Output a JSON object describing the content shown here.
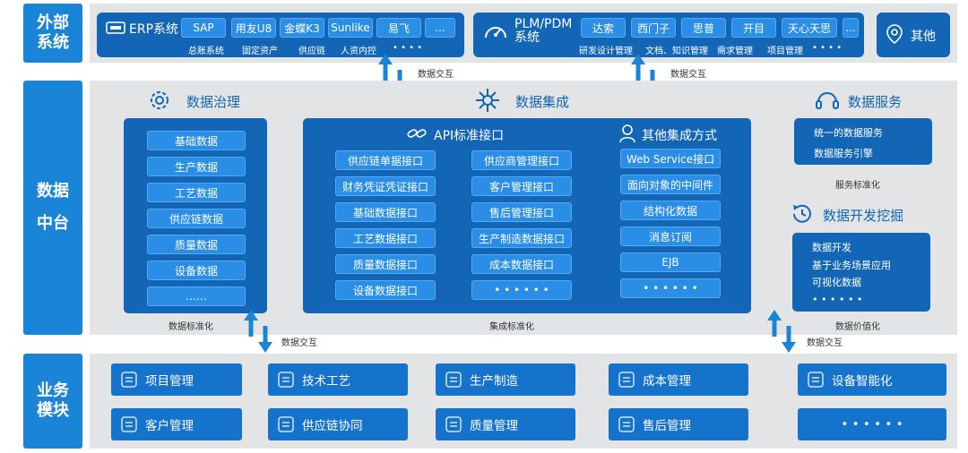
{
  "rows": {
    "external": "外部\n系统",
    "platform": "数据\n中台",
    "business": "业务\n模块"
  },
  "erp": {
    "title": "ERP系统",
    "chips": [
      "SAP",
      "用友U8",
      "金蝶K3",
      "Sunlike",
      "易飞",
      "..."
    ],
    "subs": [
      "总账系统",
      "固定资产",
      "供应链",
      "人资内控",
      "• • • •"
    ]
  },
  "plm": {
    "title": "PLM/PDM\n系统",
    "chips": [
      "达索",
      "西门子",
      "思普",
      "开目",
      "天心天思",
      "..."
    ],
    "subs": [
      "研发设计管理",
      "文档、知识管理",
      "需求管理",
      "项目管理",
      "• • • •"
    ]
  },
  "other": {
    "label": "其他"
  },
  "exchange": "数据交互",
  "governance": {
    "title": "数据治理",
    "items": [
      "基础数据",
      "生产数据",
      "工艺数据",
      "供应链数据",
      "质量数据",
      "设备数据",
      "……"
    ],
    "caption": "数据标准化"
  },
  "integration": {
    "title": "数据集成",
    "api_title": "API标准接口",
    "api_left": [
      "供应链单据接口",
      "财务凭证凭证接口",
      "基础数据接口",
      "工艺数据接口",
      "质量数据接口",
      "设备数据接口"
    ],
    "api_right": [
      "供应商管理接口",
      "客户管理接口",
      "售后管理接口",
      "生产制造数据接口",
      "成本数据接口",
      "• • • • • •"
    ],
    "other_title": "其他集成方式",
    "other_items": [
      "Web Service接口",
      "面向对象的中间件",
      "结构化数据",
      "消息订阅",
      "EJB",
      "• • • • • •"
    ],
    "caption": "集成标准化"
  },
  "service": {
    "title": "数据服务",
    "items": [
      "统一的数据服务",
      "数据服务引擎"
    ],
    "caption": "服务标准化"
  },
  "mining": {
    "title": "数据开发挖掘",
    "items": [
      "数据开发",
      "基于业务场景应用",
      "可视化数据",
      "• • • • • •"
    ],
    "caption": "数据价值化"
  },
  "modules": {
    "row1": [
      "项目管理",
      "技术工艺",
      "生产制造",
      "成本管理",
      "设备智能化"
    ],
    "row2": [
      "客户管理",
      "供应链协同",
      "质量管理",
      "售后管理",
      "• • • • • •"
    ]
  }
}
